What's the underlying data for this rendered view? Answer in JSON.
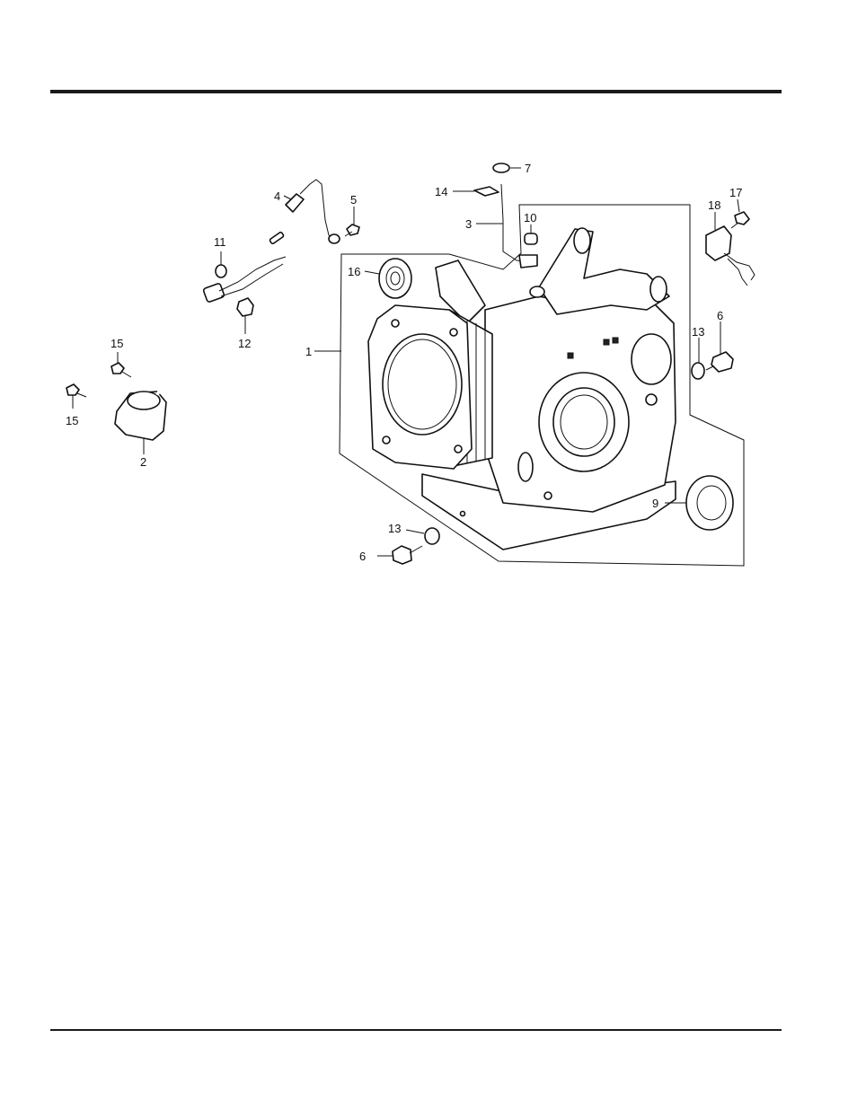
{
  "callouts": {
    "c1": "1",
    "c2": "2",
    "c3": "3",
    "c4": "4",
    "c5": "5",
    "c6a": "6",
    "c6b": "6",
    "c7": "7",
    "c9": "9",
    "c10": "10",
    "c11": "11",
    "c12": "12",
    "c13a": "13",
    "c13b": "13",
    "c14": "14",
    "c15a": "15",
    "c15b": "15",
    "c16": "16",
    "c17": "17",
    "c18": "18"
  }
}
